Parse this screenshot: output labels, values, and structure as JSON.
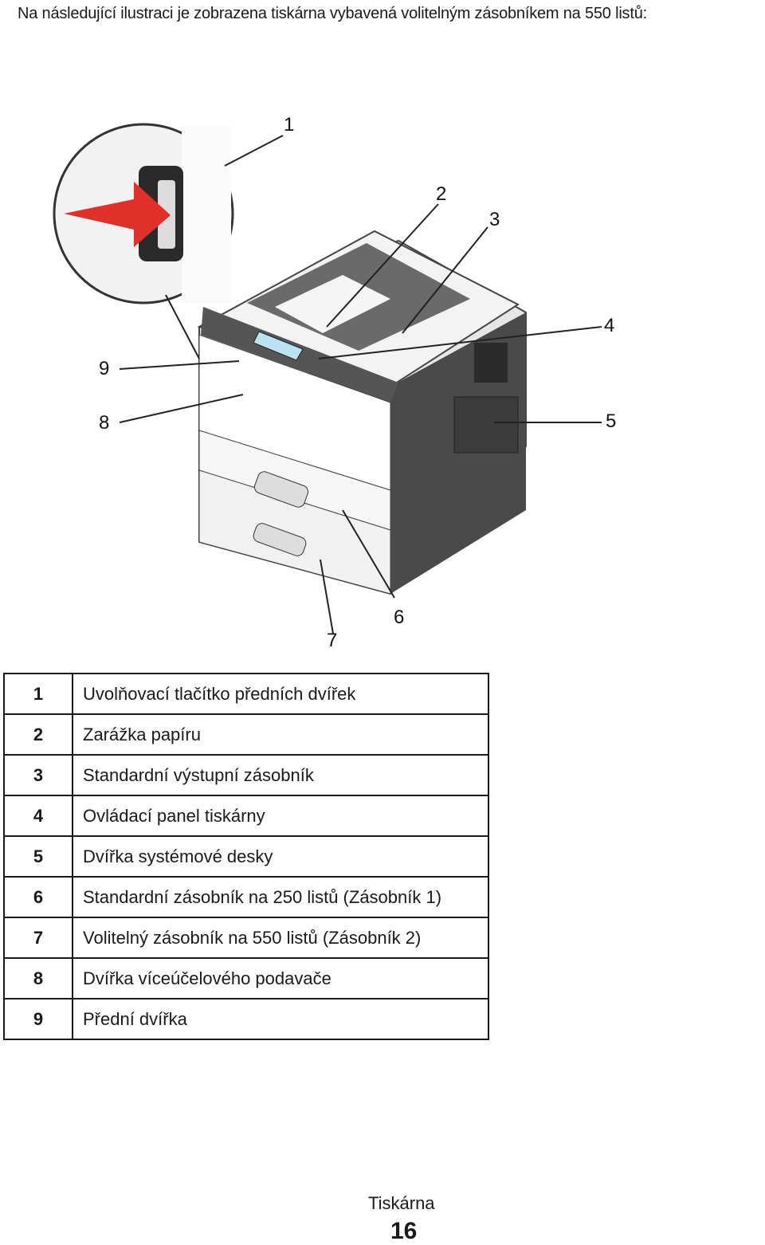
{
  "intro_text": "Na následující ilustraci je zobrazena tiskárna vybavená volitelným zásobníkem na 550 listů:",
  "callouts": [
    "1",
    "2",
    "3",
    "4",
    "5",
    "6",
    "7",
    "8",
    "9"
  ],
  "legend": [
    {
      "num": "1",
      "label": "Uvolňovací tlačítko předních dvířek"
    },
    {
      "num": "2",
      "label": "Zarážka papíru"
    },
    {
      "num": "3",
      "label": "Standardní výstupní zásobník"
    },
    {
      "num": "4",
      "label": "Ovládací panel tiskárny"
    },
    {
      "num": "5",
      "label": "Dvířka systémové desky"
    },
    {
      "num": "6",
      "label": "Standardní zásobník na 250 listů (Zásobník 1)"
    },
    {
      "num": "7",
      "label": "Volitelný zásobník na 550 listů (Zásobník 2)"
    },
    {
      "num": "8",
      "label": "Dvířka víceúčelového podavače"
    },
    {
      "num": "9",
      "label": "Přední dvířka"
    }
  ],
  "footer": {
    "section": "Tiskárna",
    "page": "16"
  },
  "colors": {
    "arrow": "#e0302a",
    "printer_body": "#e9e9e9",
    "printer_dark": "#3a3a3a"
  }
}
